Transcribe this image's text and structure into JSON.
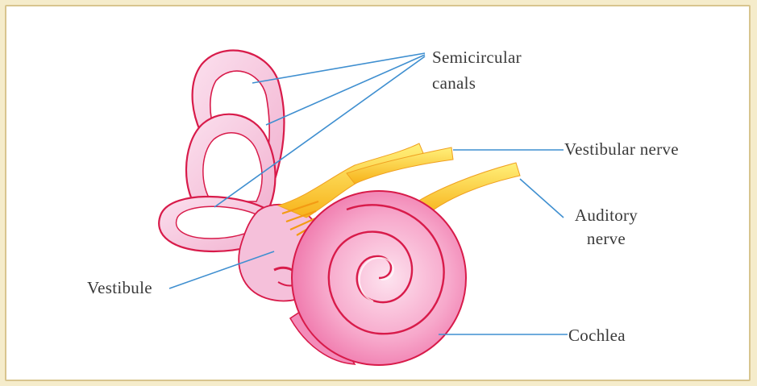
{
  "labels": {
    "semicircular_canals_line1": "Semicircular",
    "semicircular_canals_line2": "canals",
    "vestibular_nerve": "Vestibular nerve",
    "auditory_nerve_line1": "Auditory",
    "auditory_nerve_line2": "nerve",
    "vestibule": "Vestibule",
    "cochlea": "Cochlea"
  },
  "colors": {
    "page_background": "#f5eccb",
    "frame_border": "#d8c58e",
    "organ_fill": "#f7c6dc",
    "organ_outline": "#d81b4a",
    "cochlea_fill": "#f38cba",
    "nerve_fill": "#ffd21f",
    "nerve_shadow": "#f0a020",
    "leader_line": "#3f8fd0"
  }
}
